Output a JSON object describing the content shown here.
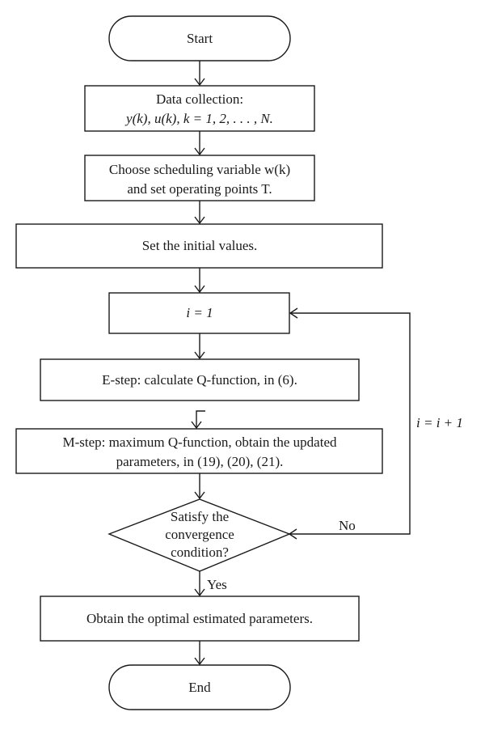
{
  "nodes": {
    "start": {
      "text": "Start"
    },
    "data_collection": {
      "line1": "Data collection:",
      "line2": "y(k), u(k), k = 1, 2, . . . , N."
    },
    "choose_scheduling": {
      "line1": "Choose scheduling variable w(k)",
      "line2": "and set operating points T."
    },
    "initial_values": {
      "text": "Set the initial values."
    },
    "init_i": {
      "text": "i = 1"
    },
    "e_step": {
      "text": "E-step: calculate Q-function, in (6)."
    },
    "m_step": {
      "line1": "M-step: maximum Q-function, obtain the updated",
      "line2": "parameters, in (19), (20), (21)."
    },
    "decision": {
      "line1": "Satisfy the",
      "line2": "convergence",
      "line3": "condition?"
    },
    "optimal": {
      "text": "Obtain the optimal estimated parameters."
    },
    "end": {
      "text": "End"
    }
  },
  "edges": {
    "yes_label": "Yes",
    "no_label": "No",
    "loop_label": "i = i + 1"
  }
}
